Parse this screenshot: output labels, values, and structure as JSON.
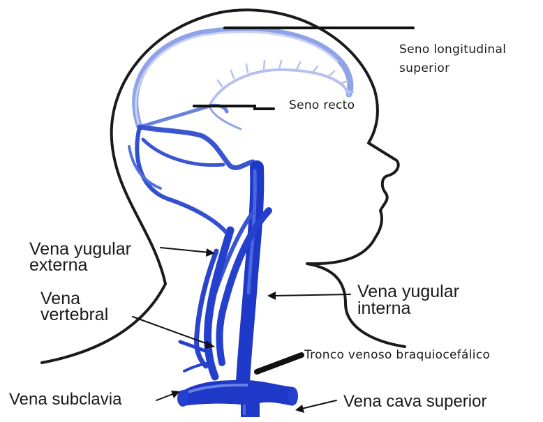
{
  "labels": {
    "seno_longitudinal_1": "Seno longitudinal",
    "seno_longitudinal_2": "superior",
    "seno_recto": "Seno recto",
    "vena_yugular_externa_1": "Vena yugular",
    "vena_yugular_externa_2": "externa",
    "vena_vertebral_1": "Vena",
    "vena_vertebral_2": "vertebral",
    "vena_yugular_interna_1": "Vena yugular",
    "vena_yugular_interna_2": "interna",
    "tronco_braquiocefalico": "Tronco venoso braquiocefálico",
    "vena_subclavia": "Vena subclavia",
    "vena_cava_superior": "Vena cava superior"
  },
  "colors": {
    "vein_dark": "#1e38c8",
    "vein_mid": "#4a66d6",
    "vein_light": "#8fa3e6",
    "vein_pale": "#b6c2ee",
    "outline": "#1a1a1a"
  }
}
